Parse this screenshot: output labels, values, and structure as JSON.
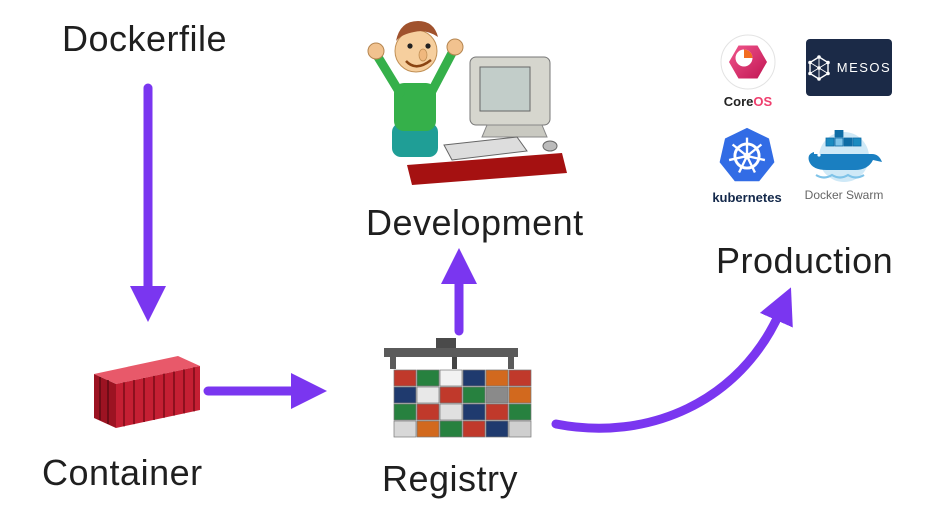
{
  "nodes": {
    "dockerfile": "Dockerfile",
    "container": "Container",
    "registry": "Registry",
    "development": "Development",
    "production": "Production"
  },
  "logos": {
    "coreos": {
      "label_core": "Core",
      "label_os": "OS"
    },
    "mesos": {
      "label": "MESOS"
    },
    "kubernetes": {
      "label": "kubernetes"
    },
    "docker_swarm": {
      "label": "Docker Swarm"
    }
  },
  "colors": {
    "arrow": "#7a36f0",
    "text": "#1f1f1f",
    "container_red": "#c41f33",
    "kubernetes_blue": "#326ce5",
    "coreos_pink": "#ef3e6d",
    "mesos_navy": "#1b2a47",
    "swarm_blue": "#1a7fc1"
  }
}
